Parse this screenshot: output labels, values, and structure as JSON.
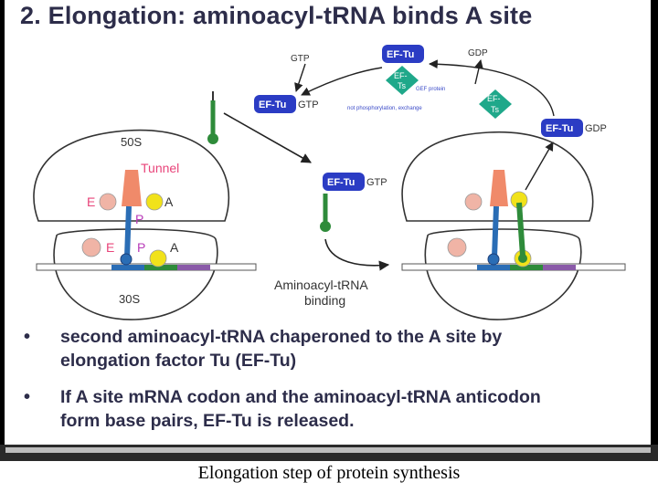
{
  "title": "2. Elongation: aminoacyl-tRNA binds A site",
  "labels": {
    "subunit_large": "50S",
    "subunit_small": "30S",
    "tunnel": "Tunnel",
    "site_e": "E",
    "site_p": "P",
    "site_a": "A",
    "ef_tu": "EF-Tu",
    "ef_ts": "EF-Ts",
    "gtp": "GTP",
    "gdp": "GDP",
    "gef_note": "GEF protein",
    "phos_note": "not phosphorylation, exchange",
    "binding_line1": "Aminoacyl-tRNA",
    "binding_line2": "binding"
  },
  "bullets": [
    {
      "marker": "•",
      "lines": [
        "second aminoacyl-tRNA chaperoned to the A site by",
        "elongation factor Tu (EF-Tu)"
      ]
    },
    {
      "marker": "•",
      "lines": [
        "If A site mRNA codon and the aminoacyl-tRNA anticodon",
        "form base pairs, EF-Tu is released."
      ]
    }
  ],
  "caption": "Elongation step of protein synthesis",
  "colors": {
    "text": "#2d2d4a",
    "ef_tu": "#2b3cc4",
    "ef_ts": "#1fa88a",
    "trna_green": "#2e8b3a",
    "trna_blue": "#2a6db5",
    "site_yellow": "#f1e21a",
    "site_pink": "#f0b4a6",
    "tunnel": "#f08a6a",
    "tunnel_text": "#e8447a",
    "purple": "#8a5aa8"
  }
}
